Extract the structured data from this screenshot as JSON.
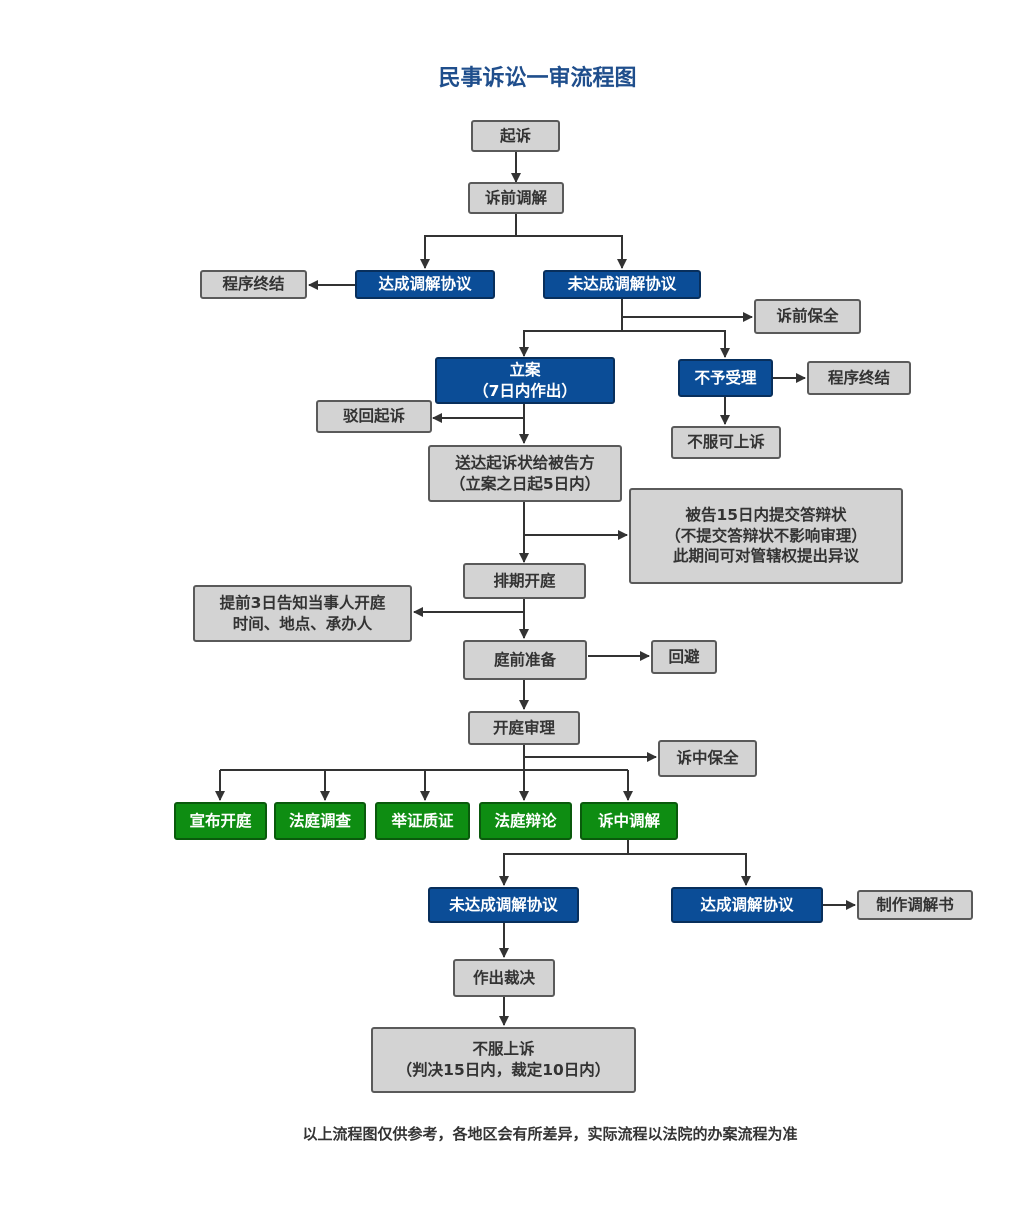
{
  "title": "民事诉讼一审流程图",
  "footer": "以上流程图仅供参考，各地区会有所差异，实际流程以法院的办案流程为准",
  "nodes": {
    "qisu": "起诉",
    "susqian_tiaojie": "诉前调解",
    "chengxu_zhongjie_1": "程序终结",
    "dacheng_1": "达成调解协议",
    "weidacheng_1": "未达成调解协议",
    "suqian_baoquan": "诉前保全",
    "lian_line1": "立案",
    "lian_line2": "（7日内作出）",
    "buyu_shouli": "不予受理",
    "chengxu_zhongjie_2": "程序终结",
    "bohui_qisu": "驳回起诉",
    "bufu_keshangsu": "不服可上诉",
    "songda_line1": "送达起诉状给被告方",
    "songda_line2": "（立案之日起5日内）",
    "beigao_line1": "被告15日内提交答辩状",
    "beigao_line2": "（不提交答辩状不影响审理）",
    "beigao_line3": "此期间可对管辖权提出异议",
    "paiqi_kaiting": "排期开庭",
    "tiqian_line1": "提前3日告知当事人开庭",
    "tiqian_line2": "时间、地点、承办人",
    "tingqian_zhunbei": "庭前准备",
    "huibi": "回避",
    "kaiting_shenli": "开庭审理",
    "suzhong_baoquan": "诉中保全",
    "xuanbu_kaiting": "宣布开庭",
    "fating_diaocha": "法庭调查",
    "juzheng_zhizheng": "举证质证",
    "fating_bianlun": "法庭辩论",
    "suzhong_tiaojie": "诉中调解",
    "weidacheng_2": "未达成调解协议",
    "dacheng_2": "达成调解协议",
    "zhizuo_tiaojieshu": "制作调解书",
    "zuochu_caijue": "作出裁决",
    "bufu_line1": "不服上诉",
    "bufu_line2": "（判决15日内，裁定10日内）"
  },
  "colors": {
    "title": "#1f4e8c",
    "gray_fill": "#d3d3d3",
    "blue_fill": "#0b4d97",
    "green_fill": "#0e8d12",
    "line": "#333333"
  }
}
